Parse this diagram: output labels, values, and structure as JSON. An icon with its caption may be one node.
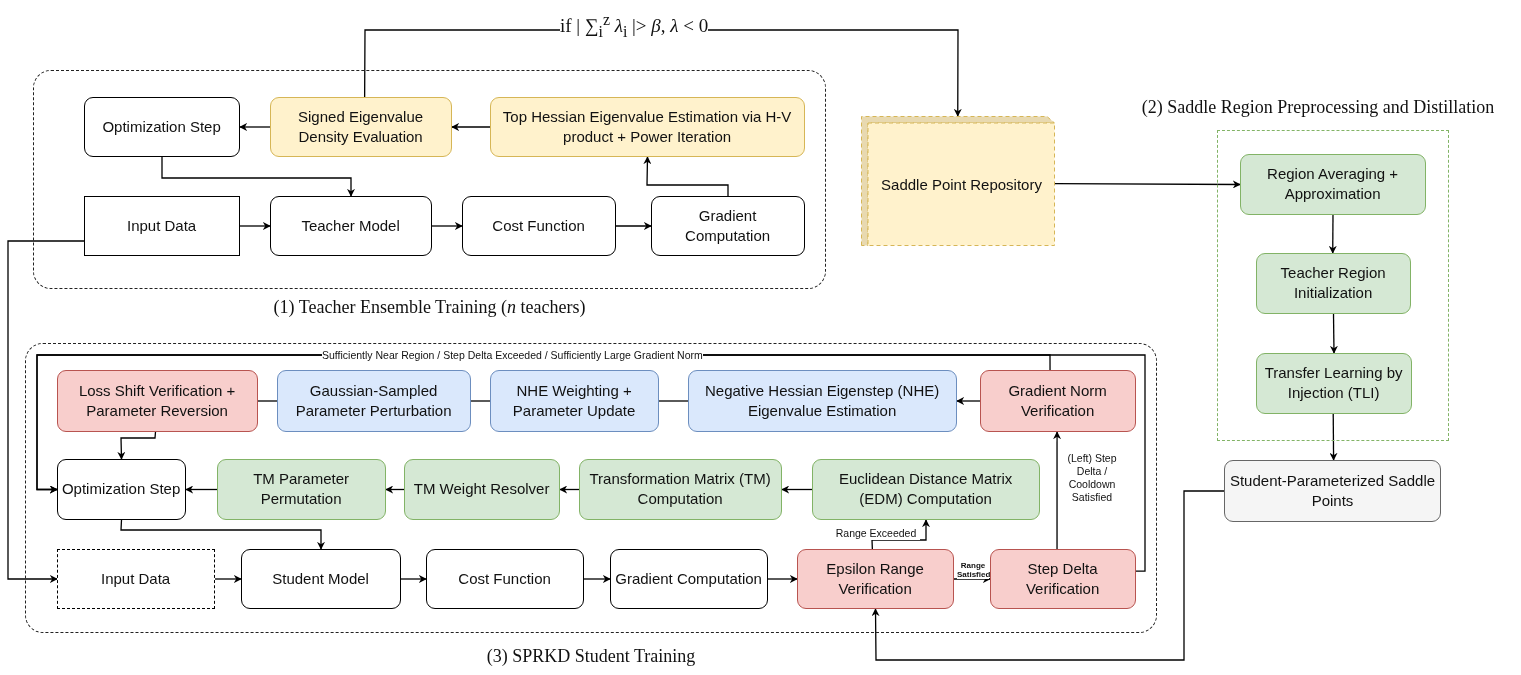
{
  "diagram": {
    "nodes": [
      {
        "text": [
          "(1) Teacher Ensemble Training (*n* teachers)"
        ]
      },
      {
        "text": [
          "Optimization Step"
        ],
        "in": 0
      },
      {
        "text": [
          "Signed Eigenvalue Density Evaluation"
        ],
        "in": 0
      },
      {
        "text": [
          "Top Hessian Eigenvalue Estimation via H-V product + Power Iteration"
        ],
        "in": 0
      },
      {
        "text": [
          "Input Data"
        ],
        "in": 0
      },
      {
        "text": [
          "Teacher Model"
        ],
        "in": 0
      },
      {
        "text": [
          "Cost Function"
        ],
        "in": 0
      },
      {
        "text": [
          "Gradient Computation"
        ],
        "in": 0
      },
      {
        "text": [
          "Saddle Point Repository"
        ]
      },
      {
        "text": [
          "(2) Saddle Region Preprocessing and Distillation"
        ]
      },
      {
        "text": [
          "Region Averaging + Approximation"
        ],
        "in": 9
      },
      {
        "text": [
          "Teacher Region Initialization"
        ],
        "in": 9
      },
      {
        "text": [
          "Transfer Learning by Injection (TLI)"
        ],
        "in": 9
      },
      {
        "text": [
          "Student-Parameterized Saddle Points"
        ]
      },
      {
        "text": [
          "(3) SPRKD Student Training"
        ]
      },
      {
        "text": [
          "Loss Shift Verification + Parameter Reversion"
        ],
        "in": 14
      },
      {
        "text": [
          "Gaussian-Sampled Parameter Perturbation"
        ],
        "in": 14
      },
      {
        "text": [
          "NHE Weighting + Parameter Update"
        ],
        "in": 14
      },
      {
        "text": [
          "Negative Hessian Eigenstep (NHE) Eigenvalue Estimation"
        ],
        "in": 14
      },
      {
        "text": [
          "Gradient Norm Verification"
        ],
        "in": 14
      },
      {
        "text": [
          "Optimization Step"
        ],
        "in": 14
      },
      {
        "text": [
          "TM Parameter Permutation"
        ],
        "in": 14
      },
      {
        "text": [
          "TM Weight Resolver"
        ],
        "in": 14
      },
      {
        "text": [
          "Transformation Matrix (TM) Computation"
        ],
        "in": 14
      },
      {
        "text": [
          "Euclidean Distance Matrix (EDM) Computation"
        ],
        "in": 14
      },
      {
        "text": [
          "Input Data"
        ],
        "in": 14
      },
      {
        "text": [
          "Student Model"
        ],
        "in": 14
      },
      {
        "text": [
          "Cost Function"
        ],
        "in": 14
      },
      {
        "text": [
          "Gradient Computation"
        ],
        "in": 14
      },
      {
        "text": [
          "Epsilon Range Verification"
        ],
        "in": 14
      },
      {
        "text": [
          "Step Delta Verification"
        ],
        "in": 14
      }
    ],
    "edges": [
      {
        "from": 2,
        "to": 1,
        "arrow": "to"
      },
      {
        "from": 3,
        "to": 2,
        "arrow": "to"
      },
      {
        "from": 1,
        "to": 5,
        "arrow": "to"
      },
      {
        "from": 4,
        "to": 5,
        "arrow": "to"
      },
      {
        "from": 5,
        "to": 6,
        "arrow": "to"
      },
      {
        "from": 6,
        "to": 7,
        "arrow": "to"
      },
      {
        "from": 7,
        "to": 3,
        "arrow": "to"
      },
      {
        "from": 2,
        "to": 8,
        "arrow": "to",
        "label": "if | ∑$_{i}$$^{z}$ *λ*$_{i}$ |> *β*, *λ* < 0"
      },
      {
        "from": 8,
        "to": 10,
        "arrow": "to"
      },
      {
        "from": 10,
        "to": 11,
        "arrow": "to"
      },
      {
        "from": 11,
        "to": 12,
        "arrow": "to"
      },
      {
        "from": 12,
        "to": 13,
        "arrow": "to"
      },
      {
        "from": 13,
        "to": 29,
        "arrow": "to"
      },
      {
        "from": 4,
        "to": 25,
        "arrow": "to"
      },
      {
        "from": 15,
        "to": 16,
        "arrow": "none"
      },
      {
        "from": 16,
        "to": 17,
        "arrow": "none"
      },
      {
        "from": 17,
        "to": 18,
        "arrow": "none"
      },
      {
        "from": 19,
        "to": 18,
        "arrow": "to"
      },
      {
        "from": 15,
        "to": 20,
        "arrow": "to"
      },
      {
        "from": 24,
        "to": 23,
        "arrow": "to"
      },
      {
        "from": 23,
        "to": 22,
        "arrow": "to"
      },
      {
        "from": 22,
        "to": 21,
        "arrow": "to"
      },
      {
        "from": 21,
        "to": 20,
        "arrow": "to"
      },
      {
        "from": 20,
        "to": 26,
        "arrow": "to"
      },
      {
        "from": 25,
        "to": 26,
        "arrow": "to"
      },
      {
        "from": 26,
        "to": 27,
        "arrow": "to"
      },
      {
        "from": 27,
        "to": 28,
        "arrow": "to"
      },
      {
        "from": 28,
        "to": 29,
        "arrow": "to"
      },
      {
        "from": 29,
        "to": 30,
        "arrow": "to",
        "label": "Range Satisfied"
      },
      {
        "from": 29,
        "to": 24,
        "arrow": "to",
        "label": "Range Exceeded"
      },
      {
        "from": 30,
        "to": 19,
        "arrow": "to",
        "label": "(Left) Step Delta / Cooldown Satisfied"
      },
      {
        "from": 30,
        "to": 20,
        "arrow": "to",
        "label": "Sufficiently Near Region / Step Delta Exceeded / Sufficiently Large Gradient Norm"
      },
      {
        "from": 19,
        "to": 20,
        "arrow": "to"
      }
    ]
  }
}
